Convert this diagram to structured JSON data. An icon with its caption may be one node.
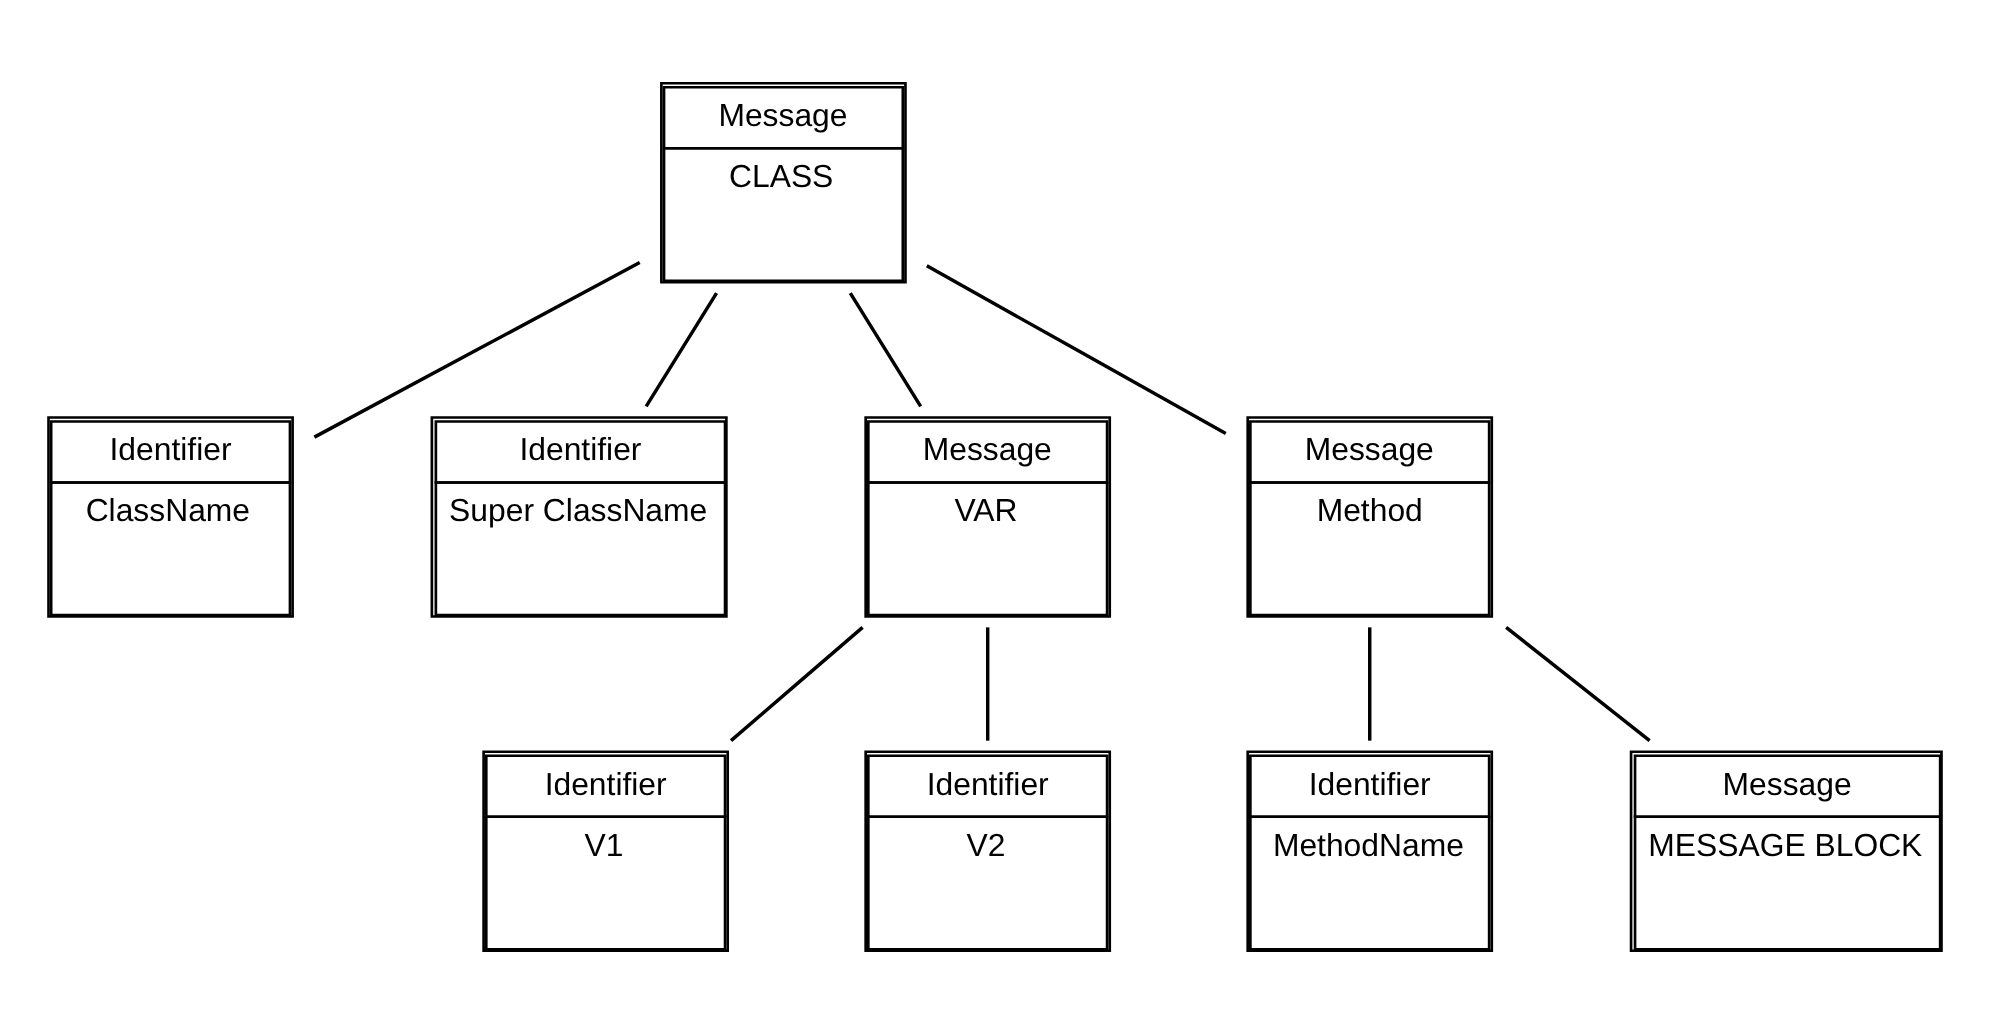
{
  "diagram": {
    "nodes": [
      {
        "text": [
          "Message",
          "CLASS"
        ]
      },
      {
        "text": [
          "Identifier",
          "ClassName"
        ]
      },
      {
        "text": [
          "Identifier",
          "Super ClassName"
        ]
      },
      {
        "text": [
          "Message",
          "VAR"
        ]
      },
      {
        "text": [
          "Message",
          "Method"
        ]
      },
      {
        "text": [
          "Identifier",
          "V1"
        ]
      },
      {
        "text": [
          "Identifier",
          "V2"
        ]
      },
      {
        "text": [
          "Identifier",
          "MethodName"
        ]
      },
      {
        "text": [
          "Message",
          "MESSAGE BLOCK"
        ]
      }
    ],
    "edges": [
      {
        "from": 0,
        "to": 1,
        "arrow": "none"
      },
      {
        "from": 0,
        "to": 2,
        "arrow": "none"
      },
      {
        "from": 0,
        "to": 3,
        "arrow": "none"
      },
      {
        "from": 0,
        "to": 4,
        "arrow": "none"
      },
      {
        "from": 3,
        "to": 5,
        "arrow": "none"
      },
      {
        "from": 3,
        "to": 6,
        "arrow": "none"
      },
      {
        "from": 4,
        "to": 7,
        "arrow": "none"
      },
      {
        "from": 4,
        "to": 8,
        "arrow": "none"
      }
    ]
  }
}
